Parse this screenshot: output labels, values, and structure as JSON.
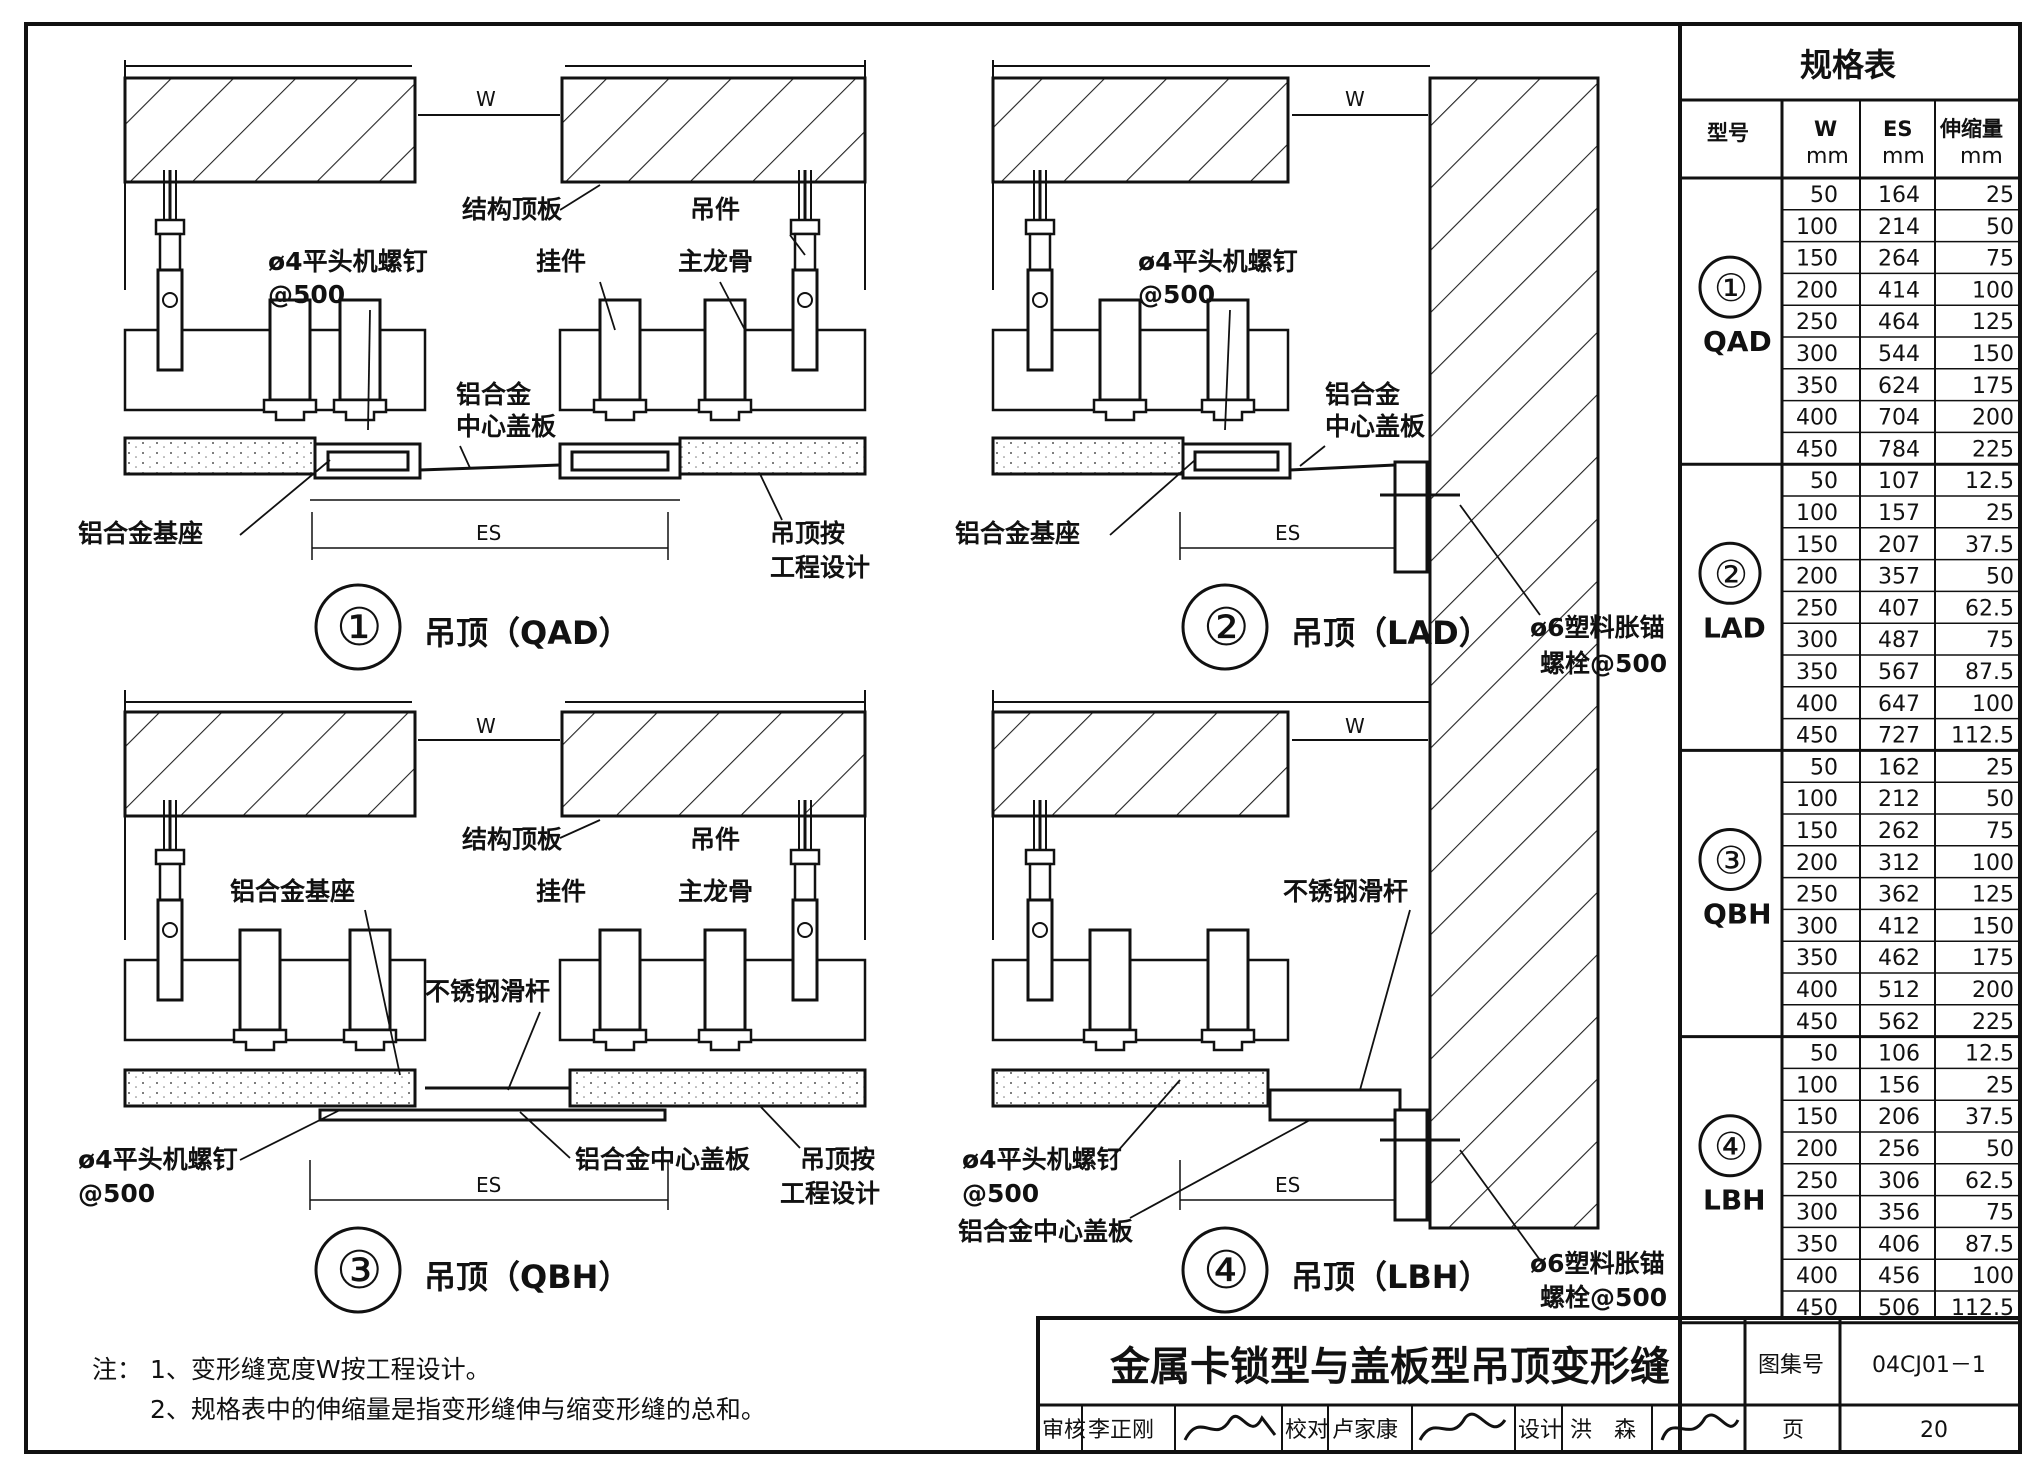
{
  "details": [
    {
      "number": "①",
      "caption": "吊顶（QAD）",
      "labels": {
        "W": "W",
        "ES": "ES",
        "roof_slab": "结构顶板",
        "hanger": "吊件",
        "screw": "ø4平头机螺钉",
        "screw_spacing": "@500",
        "clip": "挂件",
        "main_keel": "主龙骨",
        "cover_1": "铝合金",
        "cover_2": "中心盖板",
        "base": "铝合金基座",
        "ceiling_1": "吊顶按",
        "ceiling_2": "工程设计"
      }
    },
    {
      "number": "②",
      "caption": "吊顶（LAD）",
      "labels": {
        "W": "W",
        "ES": "ES",
        "screw": "ø4平头机螺钉",
        "screw_spacing": "@500",
        "cover_1": "铝合金",
        "cover_2": "中心盖板",
        "base": "铝合金基座",
        "anchor_1": "ø6塑料胀锚",
        "anchor_2": "螺栓@500"
      }
    },
    {
      "number": "③",
      "caption": "吊顶（QBH）",
      "labels": {
        "W": "W",
        "ES": "ES",
        "roof_slab": "结构顶板",
        "hanger": "吊件",
        "base": "铝合金基座",
        "clip": "挂件",
        "main_keel": "主龙骨",
        "slide_bar": "不锈钢滑杆",
        "screw": "ø4平头机螺钉",
        "screw_spacing": "@500",
        "cover": "铝合金中心盖板",
        "ceiling_1": "吊顶按",
        "ceiling_2": "工程设计"
      }
    },
    {
      "number": "④",
      "caption": "吊顶（LBH）",
      "labels": {
        "W": "W",
        "ES": "ES",
        "slide_bar": "不锈钢滑杆",
        "screw": "ø4平头机螺钉",
        "screw_spacing": "@500",
        "cover": "铝合金中心盖板",
        "anchor_1": "ø6塑料胀锚",
        "anchor_2": "螺栓@500"
      }
    }
  ],
  "spec_table": {
    "title": "规格表",
    "headers": [
      "型号",
      "W",
      "mm",
      "ES",
      "mm",
      "伸缩量",
      "mm"
    ],
    "groups": [
      {
        "num": "①",
        "model": "QAD",
        "rows": [
          [
            "50",
            "164",
            "25"
          ],
          [
            "100",
            "214",
            "50"
          ],
          [
            "150",
            "264",
            "75"
          ],
          [
            "200",
            "414",
            "100"
          ],
          [
            "250",
            "464",
            "125"
          ],
          [
            "300",
            "544",
            "150"
          ],
          [
            "350",
            "624",
            "175"
          ],
          [
            "400",
            "704",
            "200"
          ],
          [
            "450",
            "784",
            "225"
          ]
        ]
      },
      {
        "num": "②",
        "model": "LAD",
        "rows": [
          [
            "50",
            "107",
            "12.5"
          ],
          [
            "100",
            "157",
            "25"
          ],
          [
            "150",
            "207",
            "37.5"
          ],
          [
            "200",
            "357",
            "50"
          ],
          [
            "250",
            "407",
            "62.5"
          ],
          [
            "300",
            "487",
            "75"
          ],
          [
            "350",
            "567",
            "87.5"
          ],
          [
            "400",
            "647",
            "100"
          ],
          [
            "450",
            "727",
            "112.5"
          ]
        ]
      },
      {
        "num": "③",
        "model": "QBH",
        "rows": [
          [
            "50",
            "162",
            "25"
          ],
          [
            "100",
            "212",
            "50"
          ],
          [
            "150",
            "262",
            "75"
          ],
          [
            "200",
            "312",
            "100"
          ],
          [
            "250",
            "362",
            "125"
          ],
          [
            "300",
            "412",
            "150"
          ],
          [
            "350",
            "462",
            "175"
          ],
          [
            "400",
            "512",
            "200"
          ],
          [
            "450",
            "562",
            "225"
          ]
        ]
      },
      {
        "num": "④",
        "model": "LBH",
        "rows": [
          [
            "50",
            "106",
            "12.5"
          ],
          [
            "100",
            "156",
            "25"
          ],
          [
            "150",
            "206",
            "37.5"
          ],
          [
            "200",
            "256",
            "50"
          ],
          [
            "250",
            "306",
            "62.5"
          ],
          [
            "300",
            "356",
            "75"
          ],
          [
            "350",
            "406",
            "87.5"
          ],
          [
            "400",
            "456",
            "100"
          ],
          [
            "450",
            "506",
            "112.5"
          ]
        ]
      }
    ]
  },
  "notes": {
    "prefix": "注：",
    "items": [
      "1、变形缝宽度W按工程设计。",
      "2、规格表中的伸缩量是指变形缝伸与缩变形缝的总和。"
    ]
  },
  "title_block": {
    "title": "金属卡锁型与盖板型吊顶变形缝",
    "atlas_label": "图集号",
    "atlas_no": "04CJ01－1",
    "review_label": "审核",
    "reviewer": "李正刚",
    "check_label": "校对",
    "checker": "卢家康",
    "design_label": "设计",
    "designer": "洪　森",
    "page_label": "页",
    "page_no": "20"
  }
}
